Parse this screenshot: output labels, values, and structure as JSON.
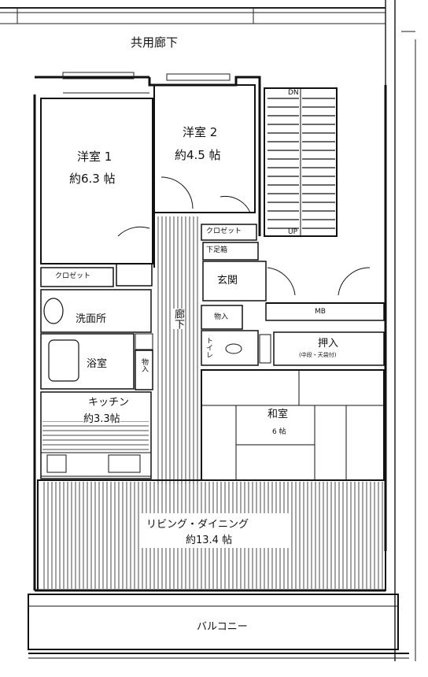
{
  "corridor": "共用廊下",
  "rooms": {
    "western1": {
      "name": "洋室 1",
      "size": "約6.3 帖"
    },
    "western2": {
      "name": "洋室 2",
      "size": "約4.5 帖"
    },
    "kitchen": {
      "name": "キッチン",
      "size": "約3.3帖"
    },
    "japanese": {
      "name": "和室",
      "size": "6 帖"
    },
    "living": {
      "name": "リビング・ダイニング",
      "size": "約13.4 帖"
    }
  },
  "spaces": {
    "closet1": "クロゼット",
    "closet2": "クロゼット",
    "shoebox": "下足箱",
    "entrance": "玄関",
    "storage1": "物入",
    "storage2": "物入",
    "hallway": "廊下",
    "toilet": "トイレ",
    "washroom": "洗面所",
    "bath": "浴室",
    "closet_jp": "押入",
    "closet_jp_note": "(中段・天袋付)",
    "mb": "MB",
    "balcony": "バルコニー"
  },
  "stairs": {
    "up": "UP",
    "down": "DN"
  }
}
